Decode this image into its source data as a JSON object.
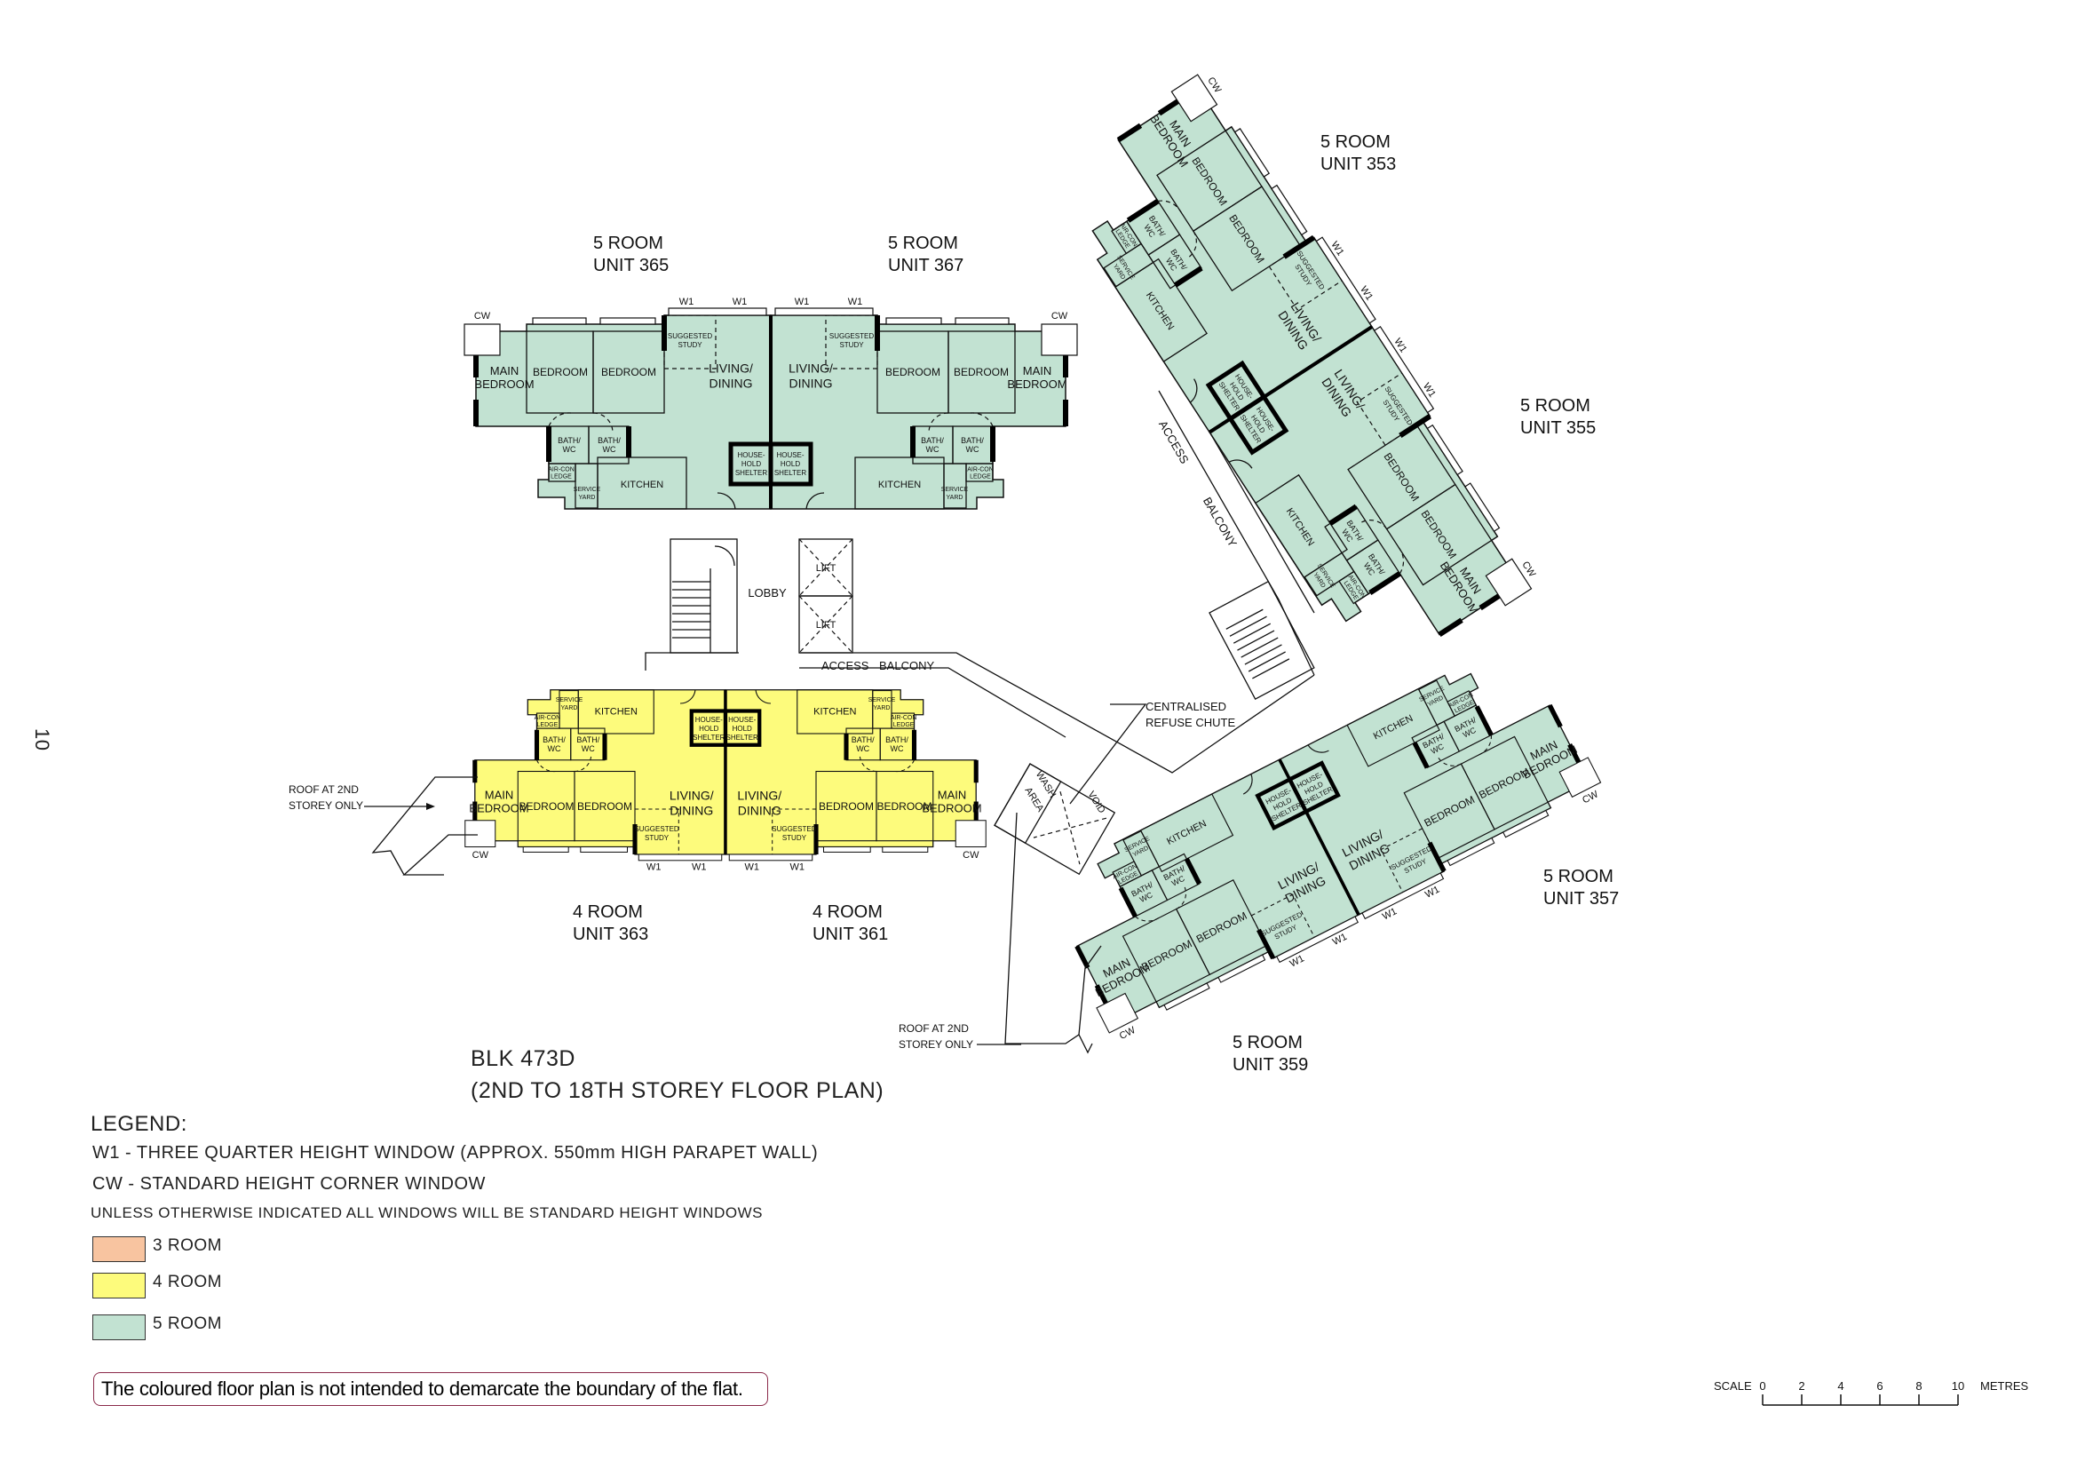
{
  "page_number": "10",
  "title": {
    "block": "BLK 473D",
    "subtitle": "(2ND TO 18TH STOREY FLOOR PLAN)"
  },
  "units": [
    {
      "type": "5 ROOM",
      "unit": "UNIT 365"
    },
    {
      "type": "5 ROOM",
      "unit": "UNIT 367"
    },
    {
      "type": "4 ROOM",
      "unit": "UNIT 363"
    },
    {
      "type": "4 ROOM",
      "unit": "UNIT 361"
    },
    {
      "type": "5 ROOM",
      "unit": "UNIT 353"
    },
    {
      "type": "5 ROOM",
      "unit": "UNIT 355"
    },
    {
      "type": "5 ROOM",
      "unit": "UNIT 357"
    },
    {
      "type": "5 ROOM",
      "unit": "UNIT 359"
    }
  ],
  "rooms": {
    "main_bedroom": [
      "MAIN",
      "BEDROOM"
    ],
    "bedroom": "BEDROOM",
    "suggested_study": [
      "SUGGESTED",
      "STUDY"
    ],
    "living_dining": [
      "LIVING/",
      "DINING"
    ],
    "bath_wc": [
      "BATH/",
      "WC"
    ],
    "aircon_ledge": [
      "AIR-CON",
      "LEDGE"
    ],
    "service_yard": [
      "SERVICE",
      "YARD"
    ],
    "kitchen": "KITCHEN",
    "household_shelter": [
      "HOUSE-",
      "HOLD",
      "SHELTER"
    ]
  },
  "window_tags": {
    "w1": "W1",
    "cw": "CW"
  },
  "core": {
    "lobby": "LOBBY",
    "lift": "LIFT",
    "access_balcony": [
      "ACCESS",
      "BALCONY"
    ],
    "refuse_chute": [
      "CENTRALISED",
      "REFUSE CHUTE"
    ],
    "wash_area": [
      "WASH",
      "AREA"
    ],
    "void": "VOID",
    "roof_note": [
      "ROOF AT 2ND",
      "STOREY ONLY"
    ]
  },
  "legend": {
    "heading": "LEGEND:",
    "w1": "W1 -  THREE QUARTER HEIGHT WINDOW (APPROX. 550mm HIGH PARAPET WALL)",
    "cw": "CW -  STANDARD HEIGHT CORNER WINDOW",
    "note": "UNLESS OTHERWISE INDICATED ALL WINDOWS  WILL BE STANDARD HEIGHT WINDOWS",
    "items": [
      {
        "label": "3 ROOM",
        "color": "#f8c4a0"
      },
      {
        "label": "4 ROOM",
        "color": "#fdfb7c"
      },
      {
        "label": "5 ROOM",
        "color": "#c2e2d2"
      }
    ]
  },
  "disclaimer": "The coloured floor plan is not intended to demarcate the boundary of the flat.",
  "scale_bar": {
    "label": "SCALE",
    "ticks": [
      "0",
      "2",
      "4",
      "6",
      "8",
      "10"
    ],
    "unit": "METRES"
  },
  "colors": {
    "five_room": "#c2e2d2",
    "four_room": "#fdfb7c",
    "three_room": "#f8c4a0",
    "disclaimer_border": "#8b2a4a"
  }
}
